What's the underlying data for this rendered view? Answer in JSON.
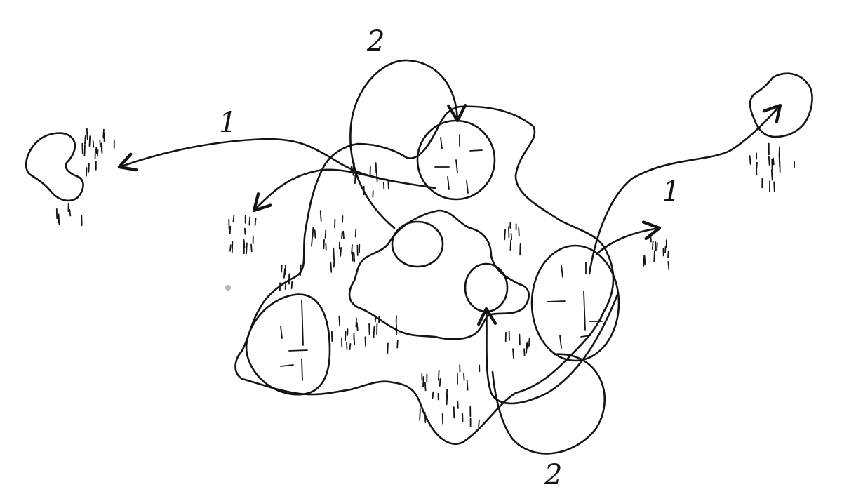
{
  "labels": {
    "arrow_1_left": "1",
    "arrow_1_right": "1",
    "loop_2_top": "2",
    "loop_2_bottom": "2"
  }
}
